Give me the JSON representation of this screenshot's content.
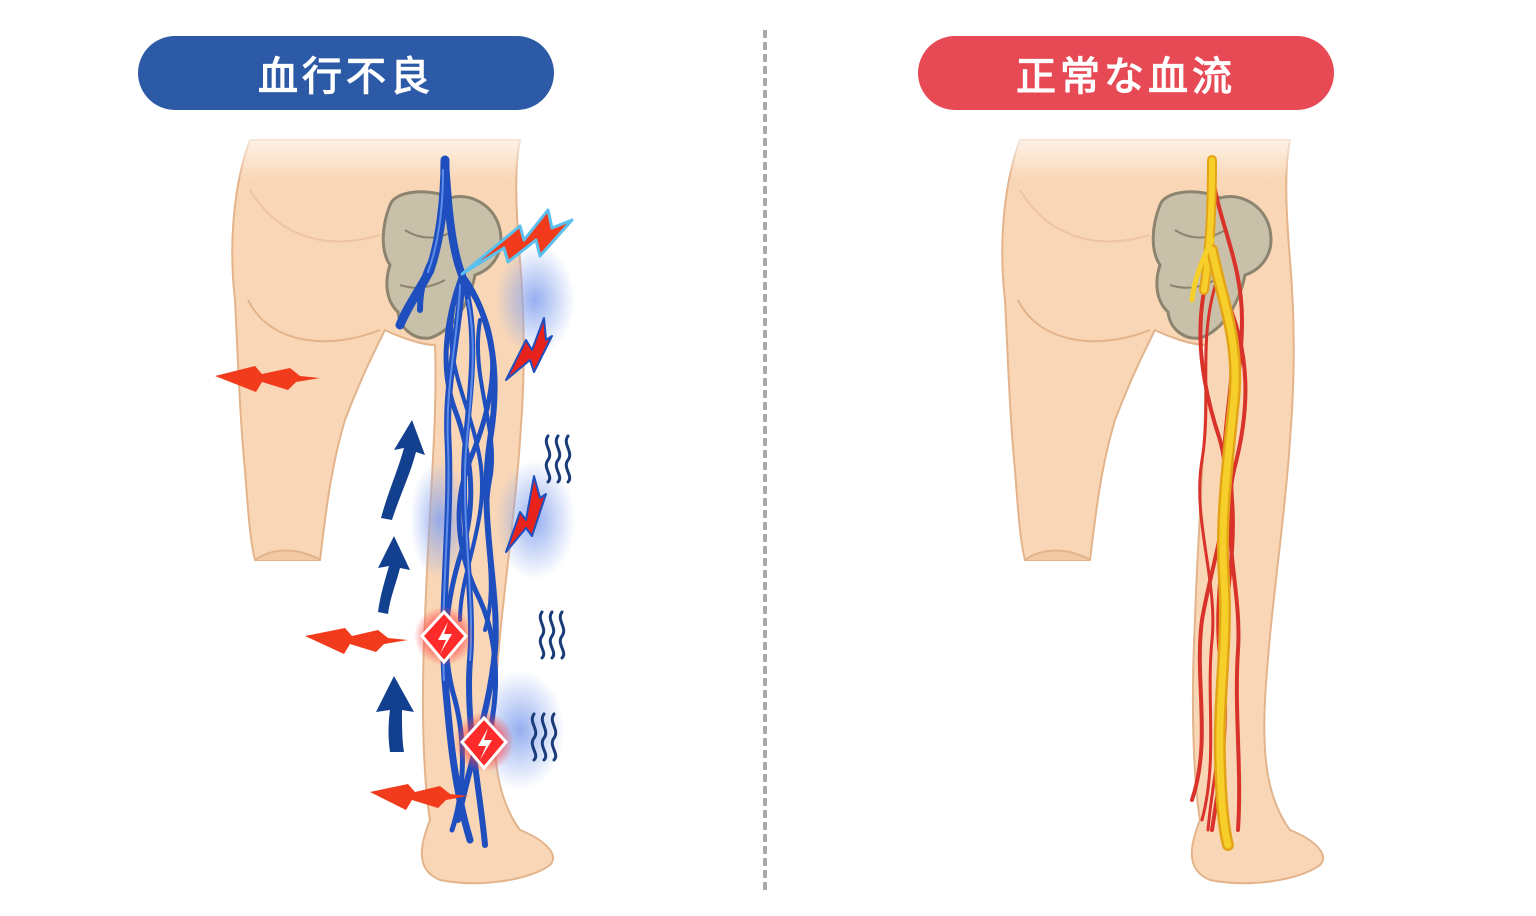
{
  "left_panel": {
    "label": "血行不良",
    "accent_color": "#2d5aa6",
    "vessel_color": "#1f4fbf",
    "pain_color": "#f23a1c",
    "arrow_color": "#12408f"
  },
  "right_panel": {
    "label": "正常な血流",
    "accent_color": "#e74955",
    "artery_color": "#d9322a",
    "nerve_color": "#f2c21a"
  },
  "colors": {
    "skin": "#f9d7b6",
    "skin_shadow": "#e9b890",
    "bone": "#c9c0a9",
    "divider": "#a9a9a9"
  },
  "icons": [
    "lightning-icon",
    "up-arrow-icon",
    "wave-icon",
    "divider-line"
  ]
}
